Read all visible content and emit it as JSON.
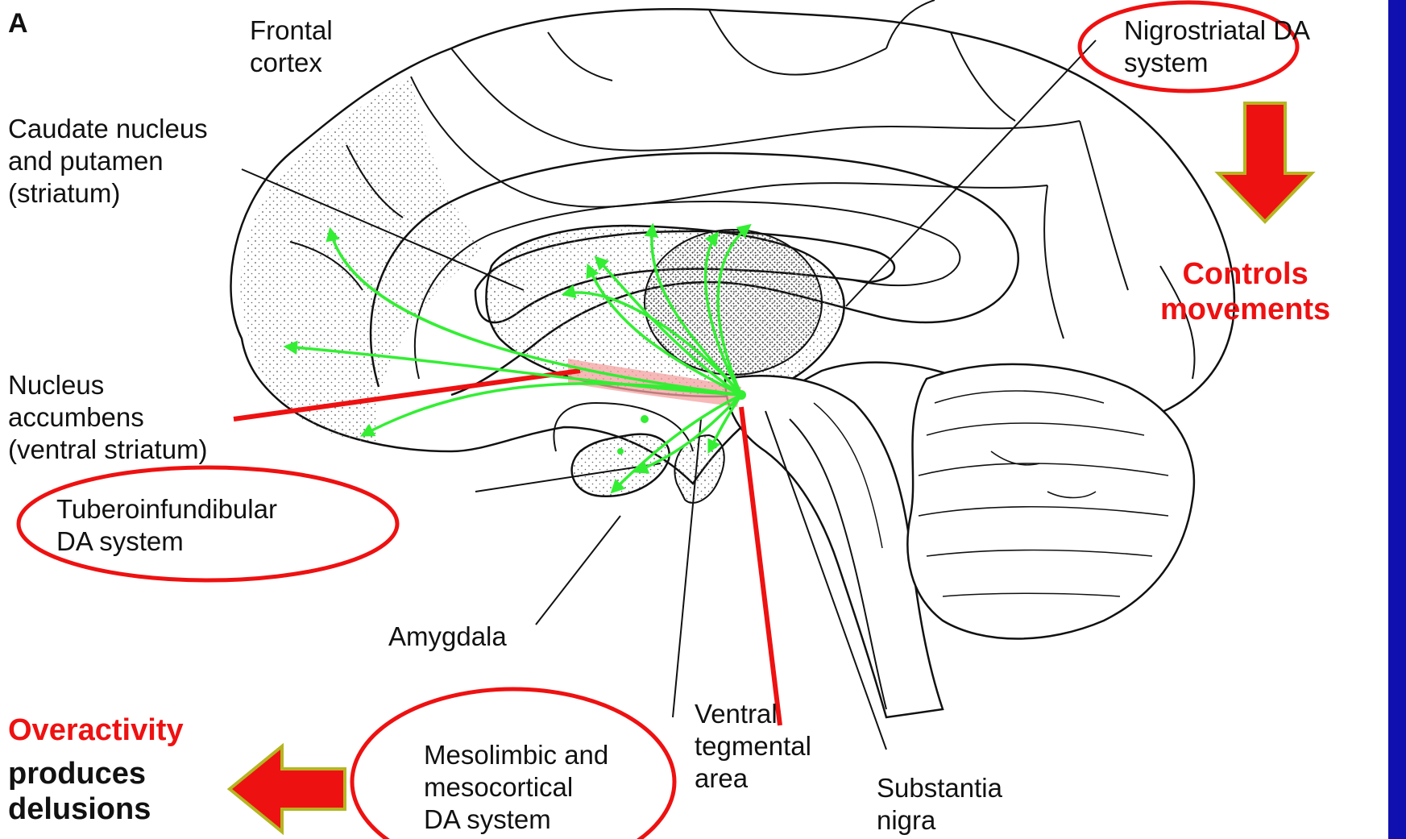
{
  "panel_letter": "A",
  "labels": {
    "frontal_cortex": "Frontal\ncortex",
    "caudate": "Caudate nucleus\nand putamen\n(striatum)",
    "nucleus_accumbens": "Nucleus\naccumbens\n(ventral striatum)",
    "tuberoinfundibular": "Tuberoinfundibular\nDA system",
    "amygdala": "Amygdala",
    "mesolimbic": "Mesolimbic and\nmesocortical\nDA system",
    "vta": "Ventral\ntegmental\narea",
    "substantia_nigra": "Substantia\nnigra",
    "nigrostriatal": "Nigrostriatal DA\nsystem"
  },
  "annotations": {
    "controls": "Controls\nmovements",
    "overactivity": "Overactivity",
    "produces": "produces\ndelusions"
  },
  "colors": {
    "highlight_red": "#ee1111",
    "pathway_green": "#33ee33",
    "accent_blue": "#1010b0",
    "arrow_outline": "#b5b521"
  }
}
